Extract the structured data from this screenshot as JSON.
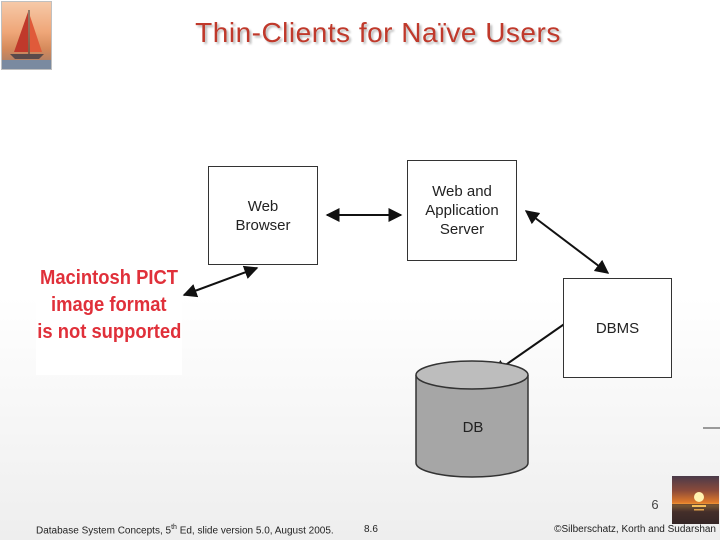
{
  "slide": {
    "title": "Thin-Clients for Naïve Users",
    "page_number": "6",
    "pict_placeholder": [
      "Macintosh PICT",
      "image format",
      "is not supported"
    ]
  },
  "diagram": {
    "nodes": {
      "web_browser": [
        "Web",
        "Browser"
      ],
      "app_server": [
        "Web and",
        "Application",
        "Server"
      ],
      "dbms": "DBMS",
      "db": "DB"
    }
  },
  "footer": {
    "left": "Database System Concepts, 5",
    "left_sup": "th",
    "left_rest": " Ed, slide version 5.0, August 2005.",
    "center": "8.6",
    "right": "©Silberschatz, Korth and Sudarshan"
  }
}
